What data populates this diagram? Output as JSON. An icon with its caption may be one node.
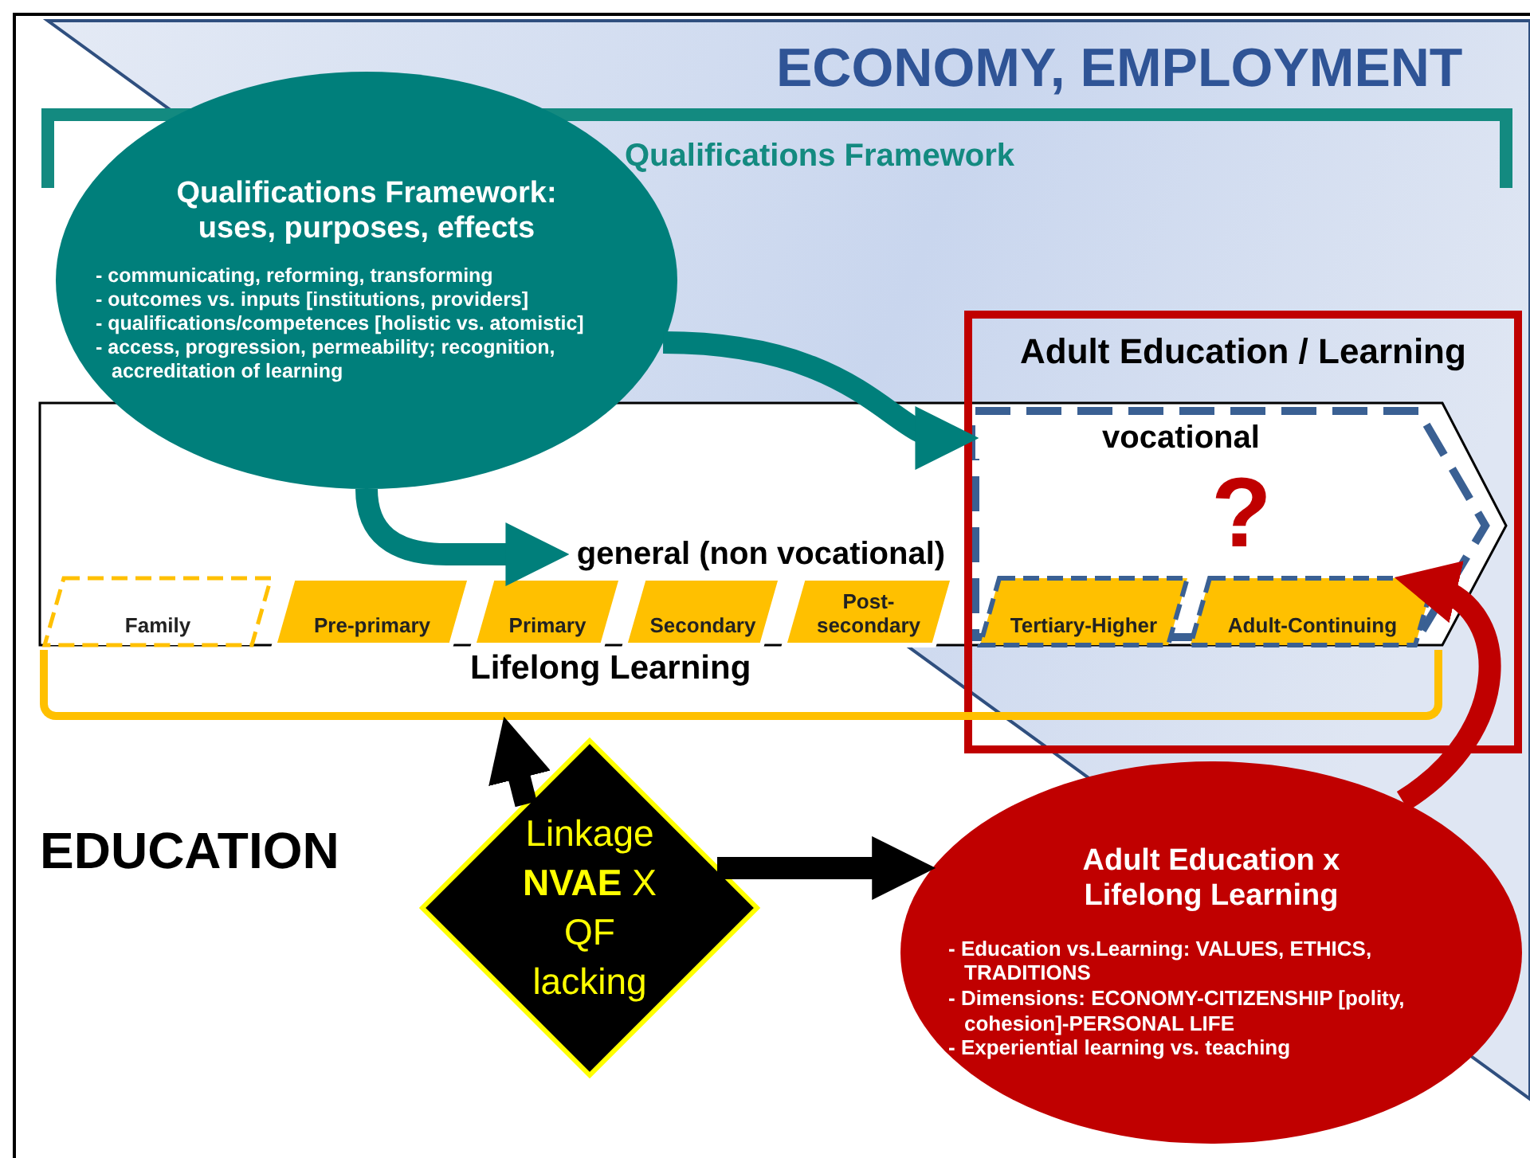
{
  "diagram": {
    "nodes": [
      {
        "text": [
          "**Qualifications Framework:** uses, purposes, effects",
          "- communicating, reforming, transforming",
          "- outcomes vs. inputs [institutions, providers]",
          "- qualifications/competences [holistic vs. atomistic]",
          "- access, progression, permeability; recognition, accreditation of learning"
        ]
      },
      {
        "text": [
          "Adult Education / Learning"
        ]
      },
      {
        "text": [
          "vocational"
        ],
        "in": 1
      },
      {
        "text": [
          "general (non vocational)"
        ]
      },
      {
        "text": [
          "Family"
        ]
      },
      {
        "text": [
          "Pre-primary"
        ]
      },
      {
        "text": [
          "Primary"
        ]
      },
      {
        "text": [
          "Secondary"
        ]
      },
      {
        "text": [
          "Post-secondary"
        ]
      },
      {
        "text": [
          "Tertiary-Higher"
        ],
        "in": 1
      },
      {
        "text": [
          "Adult-Continuing"
        ],
        "in": 1
      },
      {
        "text": [
          "Lifelong Learning"
        ]
      },
      {
        "text": [
          "Linkage **NVAE** X QF lacking"
        ]
      },
      {
        "text": [
          "Adult Education x Lifelong Learning",
          "- Education vs.Learning: VALUES, ETHICS, TRADITIONS",
          "- Dimensions: ECONOMY-CITIZENSHIP [polity, cohesion]-PERSONAL LIFE",
          "- Experiential learning vs. teaching"
        ]
      }
    ],
    "edges": [
      {
        "from": 0,
        "to": 2,
        "arrow": "to",
        "color": "#007f7b"
      },
      {
        "from": 0,
        "to": 3,
        "arrow": "to",
        "color": "#007f7b"
      },
      {
        "from": 12,
        "to": 11,
        "arrow": "to",
        "color": "#000000"
      },
      {
        "from": 12,
        "to": 13,
        "arrow": "to",
        "color": "#000000"
      },
      {
        "from": 13,
        "to": 10,
        "arrow": "to",
        "color": "#c00000"
      }
    ],
    "labels": [
      "ECONOMY, EMPLOYMENT",
      "Qualifications Framework",
      "?",
      "EDUCATION"
    ]
  }
}
